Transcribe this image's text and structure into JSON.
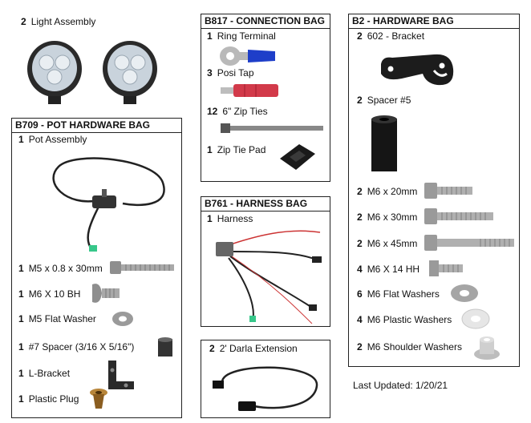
{
  "light_assembly": {
    "qty": "2",
    "label": "Light Assembly"
  },
  "b709": {
    "title": "B709 - POT HARDWARE BAG",
    "items": [
      {
        "qty": "1",
        "label": "Pot Assembly"
      },
      {
        "qty": "1",
        "label": "M5 x 0.8 x 30mm"
      },
      {
        "qty": "1",
        "label": "M6 X 10 BH"
      },
      {
        "qty": "1",
        "label": "M5 Flat Washer"
      },
      {
        "qty": "1",
        "label": "#7 Spacer (3/16 X 5/16\")"
      },
      {
        "qty": "1",
        "label": "L-Bracket"
      },
      {
        "qty": "1",
        "label": "Plastic Plug"
      }
    ]
  },
  "b817": {
    "title": "B817 - CONNECTION BAG",
    "items": [
      {
        "qty": "1",
        "label": "Ring Terminal"
      },
      {
        "qty": "3",
        "label": "Posi Tap"
      },
      {
        "qty": "12",
        "label": "6\" Zip Ties"
      },
      {
        "qty": "1",
        "label": "Zip Tie Pad"
      }
    ]
  },
  "b761": {
    "title": "B761 - HARNESS BAG",
    "items": [
      {
        "qty": "1",
        "label": "Harness"
      }
    ]
  },
  "darla": {
    "qty": "2",
    "label": "2' Darla Extension"
  },
  "b2": {
    "title": "B2 - HARDWARE BAG",
    "items": [
      {
        "qty": "2",
        "label": "602  - Bracket"
      },
      {
        "qty": "2",
        "label": "Spacer #5"
      },
      {
        "qty": "2",
        "label": "M6 x 20mm"
      },
      {
        "qty": "2",
        "label": "M6 x 30mm"
      },
      {
        "qty": "2",
        "label": "M6 x 45mm"
      },
      {
        "qty": "4",
        "label": "M6 X 14 HH"
      },
      {
        "qty": "6",
        "label": "M6 Flat Washers"
      },
      {
        "qty": "4",
        "label": "M6 Plastic Washers"
      },
      {
        "qty": "2",
        "label": "M6 Shoulder Washers"
      }
    ]
  },
  "last_updated": "Last Updated: 1/20/21"
}
